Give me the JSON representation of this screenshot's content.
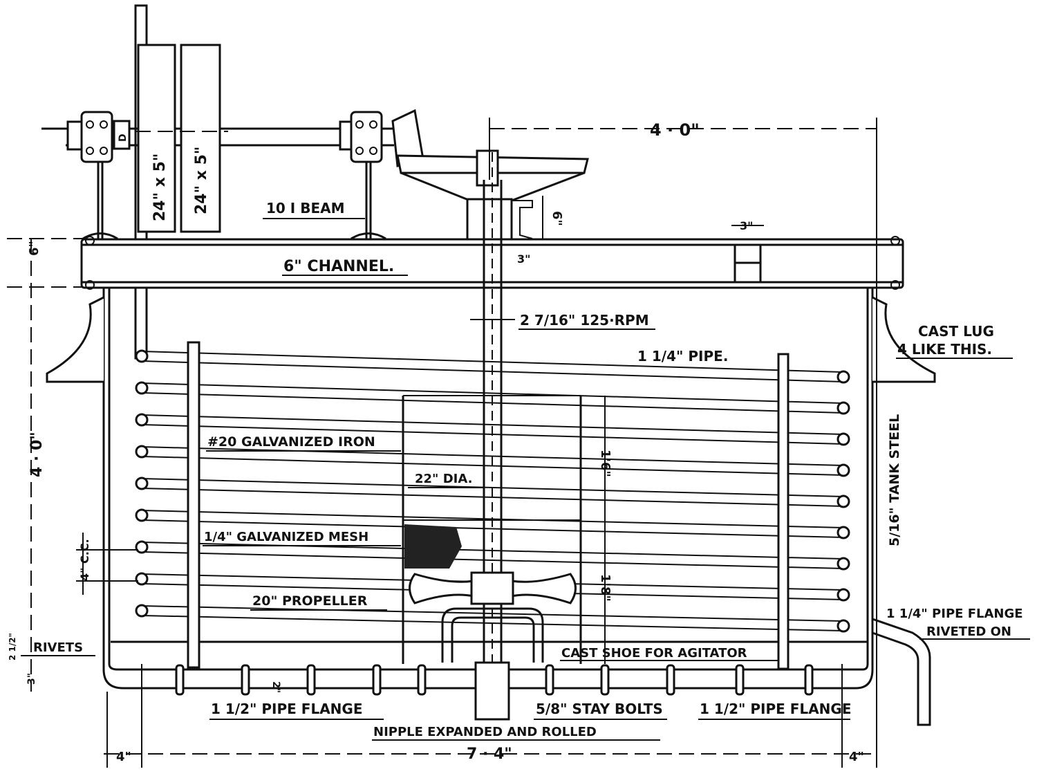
{
  "labels": {
    "top_span": "4 · 0\"",
    "pulley_1": "24\" x 5\"",
    "pulley_2": "24\" x 5\"",
    "bearing_mark": "D",
    "i_beam": "10 I BEAM",
    "hub_height": "6\"",
    "hub_offset": "3\"",
    "channel": "6\" CHANNEL.",
    "channel_flange": "3\"",
    "channel_depth": "6\"",
    "shaft": "2 7/16\" 125·RPM",
    "cast_lug_1": "CAST LUG",
    "cast_lug_2": "4 LIKE THIS.",
    "pipe": "1 1/4\" PIPE.",
    "tank_height": "4 · 0\"",
    "galv_iron": "#20 GALVANIZED IRON",
    "dia": "22\" DIA.",
    "upper_tube": "1'6\"",
    "lower_tube": "1'8\"",
    "mesh": "1/4\" GALVANIZED MESH",
    "coil_spacing": "4\" C.C.",
    "propeller": "20\" PROPELLER",
    "tank_steel": "5/16\" TANK STEEL",
    "pipe_flange_right_1": "1 1/4\" PIPE FLANGE",
    "pipe_flange_right_2": "RIVETED ON",
    "rivets": "RIVETS",
    "rivet_dim": "2 1/2\"",
    "bottom_dim": "3\"",
    "cast_shoe": "CAST SHOE FOR AGITATOR",
    "bottom_gap": "2\"",
    "pipe_flange_left": "1 1/2\" PIPE FLANGE",
    "stay_bolts": "5/8\" STAY BOLTS",
    "pipe_flange_mid": "1 1/2\" PIPE FLANGE",
    "nipple": "NIPPLE EXPANDED AND ROLLED",
    "bottom_span": "7 · 4\"",
    "left_margin": "4\"",
    "right_margin": "4\""
  }
}
